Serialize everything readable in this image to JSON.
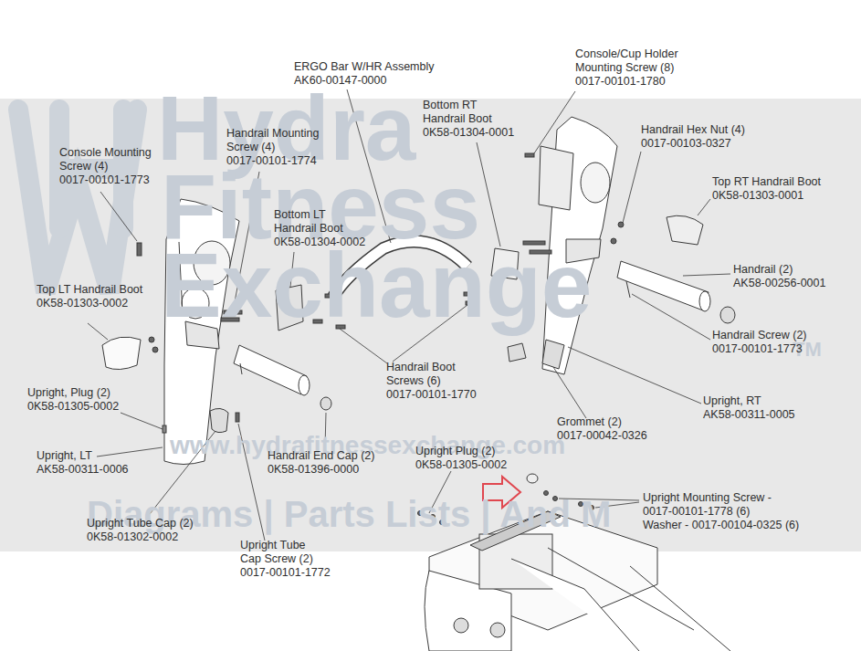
{
  "diagram": {
    "labels": [
      "ERGO Bar W/HR Assembly",
      "AK60-00147-0000",
      "Console/Cup Holder Mounting Screw (8)",
      "0017-00101-1780",
      "Bottom RT Handrail Boot",
      "0K58-01304-0001",
      "Handrail Hex Nut (4)",
      "0017-00103-0327",
      "Top RT Handrail Boot",
      "0K58-01303-0001",
      "Console Mounting Screw (4)",
      "0017-00101-1773",
      "Handrail Mounting Screw (4)",
      "0017-00101-1774",
      "Bottom LT Handrail Boot",
      "0K58-01304-0002",
      "Handrail (2)",
      "AK58-00256-0001",
      "Top LT Handrail Boot",
      "0K58-01303-0002",
      "Handrail Screw (2)",
      "0017-00101-1773",
      "Handrail Boot Screws (6)",
      "0017-00101-1770",
      "Upright, Plug (2)",
      "0K58-01305-0002",
      "Upright, RT",
      "AK58-00311-0005",
      "Grommet (2)",
      "0017-00042-0326",
      "Upright, LT",
      "AK58-00311-0006",
      "Handrail End Cap (2)",
      "0K58-01396-0000",
      "Upright Plug (2)",
      "0K58-01305-0002",
      "Upright Mounting Screw - 0017-00101-1778 (6)",
      "Washer - 0017-00104-0325 (6)",
      "Upright Tube Cap (2)",
      "0K58-01302-0002",
      "Upright Tube Cap Screw (2)",
      "0017-00101-1772",
      "Hydra",
      "Fitness",
      "Exchange",
      "TM",
      "www.hydrafitnessexchange.com",
      "Diagrams | Parts Lists | And M"
    ]
  }
}
